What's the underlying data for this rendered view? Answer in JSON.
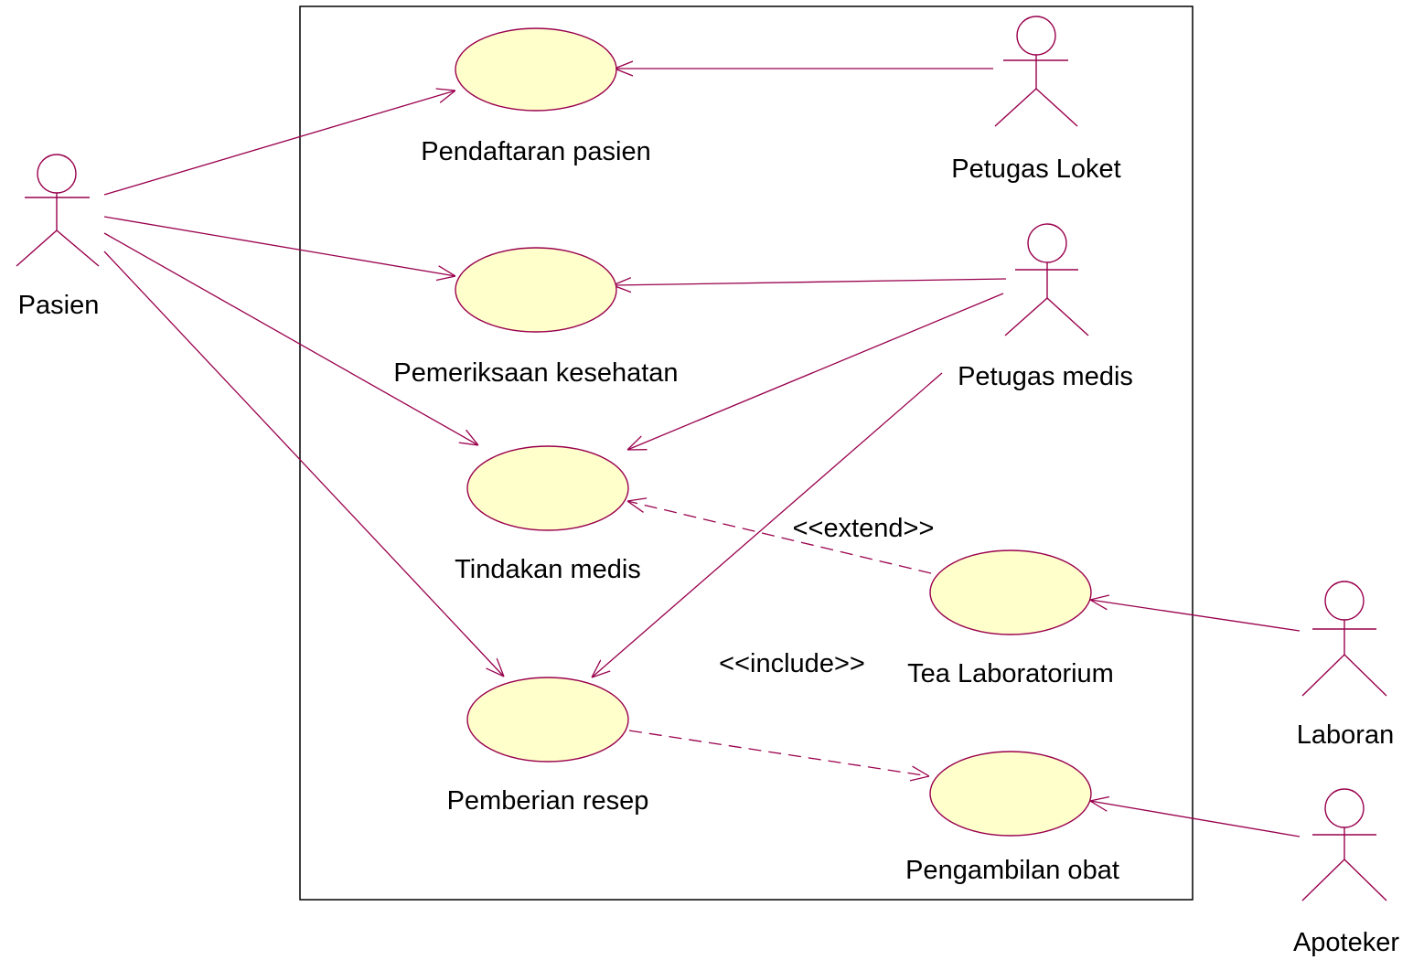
{
  "actors": {
    "pasien": "Pasien",
    "petugas_loket": "Petugas Loket",
    "petugas_medis": "Petugas medis",
    "laboran": "Laboran",
    "apoteker": "Apoteker"
  },
  "use_cases": {
    "pendaftaran": "Pendaftaran pasien",
    "pemeriksaan": "Pemeriksaan kesehatan",
    "tindakan": "Tindakan medis",
    "lab": "Tea Laboratorium",
    "resep": "Pemberian resep",
    "obat": "Pengambilan obat"
  },
  "stereotypes": {
    "extend": "<<extend>>",
    "include": "<<include>>"
  },
  "colors": {
    "line": "#99004d",
    "use_case_fill": "#ffffcc"
  }
}
